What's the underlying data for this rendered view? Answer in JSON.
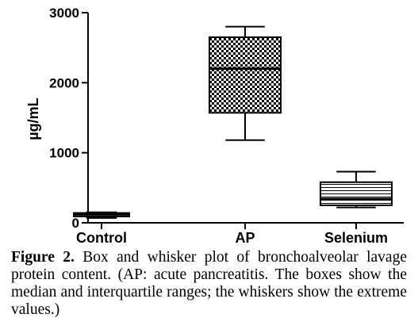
{
  "chart_data": {
    "type": "box",
    "ylabel": "µg/mL",
    "xlabel": "",
    "ylim": [
      0,
      3000
    ],
    "yticks": [
      0,
      1000,
      2000,
      3000
    ],
    "categories": [
      "Control",
      "AP",
      "Selenium"
    ],
    "boxes": [
      {
        "category": "Control",
        "min": 70,
        "q1": 90,
        "median": 120,
        "q3": 140,
        "max": 150,
        "fill": "plain"
      },
      {
        "category": "AP",
        "min": 1180,
        "q1": 1570,
        "median": 2200,
        "q3": 2650,
        "max": 2800,
        "fill": "checkered"
      },
      {
        "category": "Selenium",
        "min": 220,
        "q1": 250,
        "median": 340,
        "q3": 580,
        "max": 730,
        "fill": "hatched"
      }
    ]
  },
  "caption": {
    "label": "Figure 2.",
    "text": " Box and whisker plot of bronchoalveolar lavage protein content. (AP: acute pancreatitis. The boxes show the median and interquartile ranges; the whiskers show the extreme values.)"
  }
}
